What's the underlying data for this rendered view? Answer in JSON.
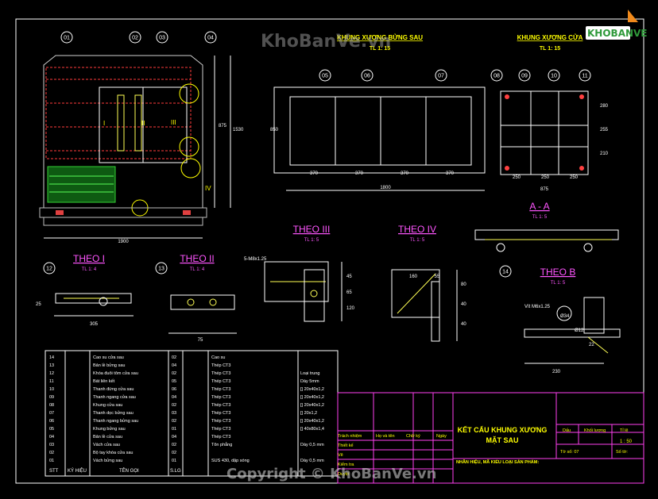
{
  "logo": {
    "text": "KHOBANVE",
    "colors": {
      "orange": "#f08a1c",
      "green": "#2f9a3a"
    }
  },
  "watermark_top": "KhoBanVe.vn",
  "watermark_bottom": "Copyright © KhoBanVe.vn",
  "titles": {
    "body_frame": "KHUNG XƯƠNG BỬNG SAU",
    "body_scale": "TL 1: 15",
    "door_frame": "KHUNG XƯƠNG CỬA",
    "door_scale": "TL 1: 15",
    "theo_i": "THEO I",
    "theo_i_scale": "TL 1: 4",
    "theo_ii": "THEO II",
    "theo_ii_scale": "TL 1: 4",
    "theo_iii": "THEO III",
    "theo_iii_scale": "TL 1: 5",
    "theo_iv": "THEO IV",
    "theo_iv_scale": "TL 1: 5",
    "aa": "A - A",
    "aa_scale": "TL 1: 5",
    "theo_b": "THEO B",
    "theo_b_scale": "TL 1: 5"
  },
  "balloons": [
    "01",
    "02",
    "03",
    "04",
    "05",
    "06",
    "07",
    "08",
    "09",
    "10",
    "11",
    "12",
    "13",
    "14"
  ],
  "dims": {
    "main_width": "1900",
    "main_h1": "1530",
    "main_h2": "875",
    "frame_width": "1800",
    "frame_h": "850",
    "frame_bays": [
      "370",
      "370",
      "370",
      "370"
    ],
    "door_width": "875",
    "door_bays": [
      "250",
      "250",
      "250"
    ],
    "door_h": [
      "280",
      "255",
      "210"
    ],
    "theo_i_w": "305",
    "theo_i_h": "25",
    "theo_ii_w": "75",
    "theo_iii_bolt": "5-M8x1.25",
    "theo_iii_h": [
      "45",
      "65",
      "120"
    ],
    "theo_iv_w": [
      "160",
      "55"
    ],
    "theo_iv_h": [
      "80",
      "40",
      "40"
    ],
    "theo_b_bolt": "Vít M6x1.25",
    "theo_b_vals": [
      "Ø34",
      "Ø12",
      "22",
      "230"
    ],
    "roman": [
      "I",
      "II",
      "III",
      "IV"
    ]
  },
  "bom": {
    "rows": [
      {
        "stt": "14",
        "name": "Cao su cửa sau",
        "qty": "02",
        "mat": "Cao su",
        "note": ""
      },
      {
        "stt": "13",
        "name": "Bản lề bửng sau",
        "qty": "04",
        "mat": "Thép CT3",
        "note": ""
      },
      {
        "stt": "12",
        "name": "Khóa đuôi tôm cửa sau",
        "qty": "02",
        "mat": "Thép CT3",
        "note": "Loại trung"
      },
      {
        "stt": "11",
        "name": "Bát liên kết",
        "qty": "05",
        "mat": "Thép CT3",
        "note": "Dày 5mm"
      },
      {
        "stt": "10",
        "name": "Thanh đứng cửa sau",
        "qty": "06",
        "mat": "Thép CT3",
        "note": "[] 20x40x1,2"
      },
      {
        "stt": "09",
        "name": "Thanh ngang cửa sau",
        "qty": "04",
        "mat": "Thép CT3",
        "note": "[] 20x40x1,2"
      },
      {
        "stt": "08",
        "name": "Khung cửa sau",
        "qty": "02",
        "mat": "Thép CT3",
        "note": "[] 20x40x1,2"
      },
      {
        "stt": "07",
        "name": "Thanh dọc bửng sau",
        "qty": "03",
        "mat": "Thép CT3",
        "note": "[] 20x1,2"
      },
      {
        "stt": "06",
        "name": "Thanh ngang bửng sau",
        "qty": "02",
        "mat": "Thép CT3",
        "note": "[] 20x40x1,2"
      },
      {
        "stt": "05",
        "name": "Khung bửng sau",
        "qty": "01",
        "mat": "Thép CT3",
        "note": "[] 40x80x1,4"
      },
      {
        "stt": "04",
        "name": "Bản lề cửa sau",
        "qty": "04",
        "mat": "Thép CT3",
        "note": ""
      },
      {
        "stt": "03",
        "name": "Vách cửa sau",
        "qty": "02",
        "mat": "Tôn phẳng",
        "note": "Dày 0,5 mm"
      },
      {
        "stt": "02",
        "name": "Bộ tay khóa cửa sau",
        "qty": "02",
        "mat": "",
        "note": ""
      },
      {
        "stt": "01",
        "name": "Vách bửng sau",
        "qty": "01",
        "mat": "SUS 430, dập sóng",
        "note": "Dày 0,5 mm"
      }
    ],
    "headers": {
      "stt": "STT",
      "kh": "KÝ HIỆU",
      "name": "TÊN GỌI",
      "sl": "S.LG",
      "mat": "",
      "note": ""
    }
  },
  "title_block": {
    "title": "KẾT CẤU KHUNG XƯƠNG MẶT SAU",
    "roles": [
      "Trách nhiệm",
      "Thiết kế",
      "Vẽ",
      "Kiểm tra",
      "Duyệt"
    ],
    "cols": [
      "Họ và tên",
      "Chữ ký",
      "Ngày"
    ],
    "brand_line": "NHÃN HIỆU, MÃ KIỂU LOẠI SẢN PHẨM:",
    "dau": "Dấu",
    "khoi_luong": "Khối lượng",
    "ti_le": "Tỉ lệ",
    "scale": "1 : 50",
    "to_so": "Tờ số: 07",
    "so_to": "Số tờ:"
  }
}
